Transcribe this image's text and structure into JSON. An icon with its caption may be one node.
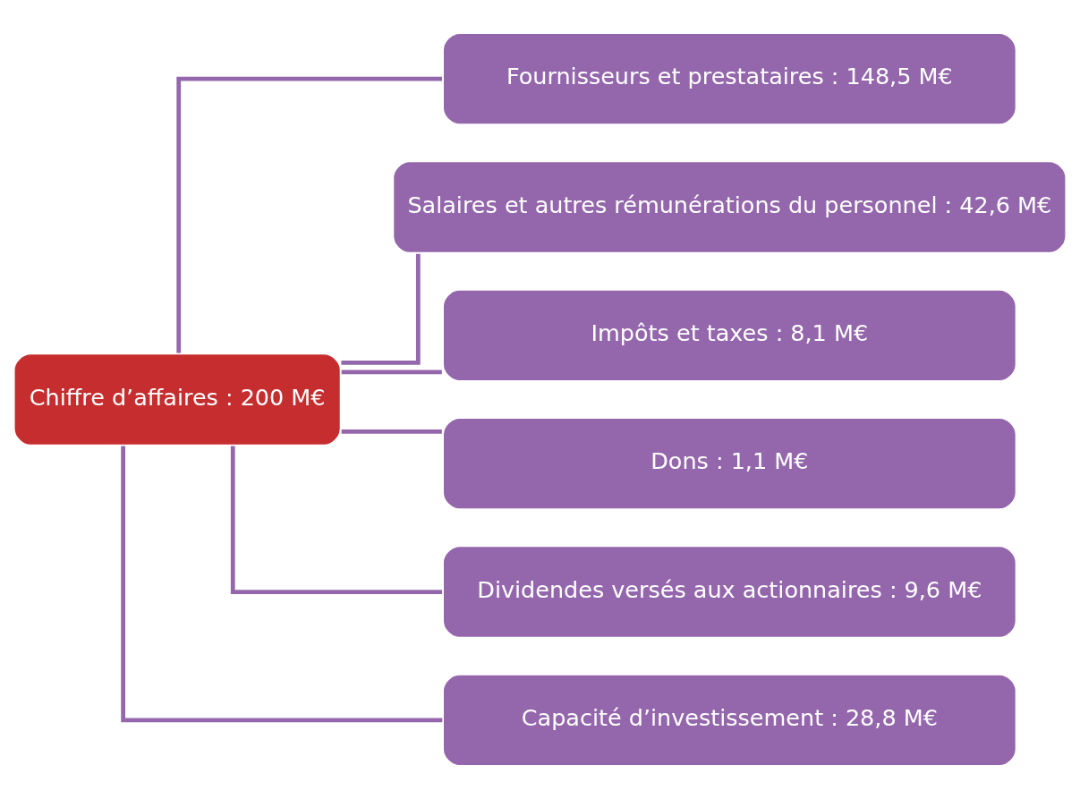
{
  "diagram": {
    "nodes": [
      {
        "text": [
          "Chiffre d’affaires : 200 M€"
        ]
      },
      {
        "text": [
          "Fournisseurs et prestataires : 148,5 M€"
        ]
      },
      {
        "text": [
          "Salaires et autres rémunérations du personnel : 42,6 M€"
        ]
      },
      {
        "text": [
          "Impôts et taxes : 8,1 M€"
        ]
      },
      {
        "text": [
          "Dons : 1,1 M€"
        ]
      },
      {
        "text": [
          "Dividendes versés aux actionnaires : 9,6 M€"
        ]
      },
      {
        "text": [
          "Capacité d’investissement : 28,8 M€"
        ]
      }
    ],
    "edges": [
      {
        "from": 0,
        "to": 1,
        "arrow": "none"
      },
      {
        "from": 0,
        "to": 2,
        "arrow": "none"
      },
      {
        "from": 0,
        "to": 3,
        "arrow": "none"
      },
      {
        "from": 0,
        "to": 4,
        "arrow": "none"
      },
      {
        "from": 0,
        "to": 5,
        "arrow": "none"
      },
      {
        "from": 0,
        "to": 6,
        "arrow": "none"
      }
    ]
  }
}
